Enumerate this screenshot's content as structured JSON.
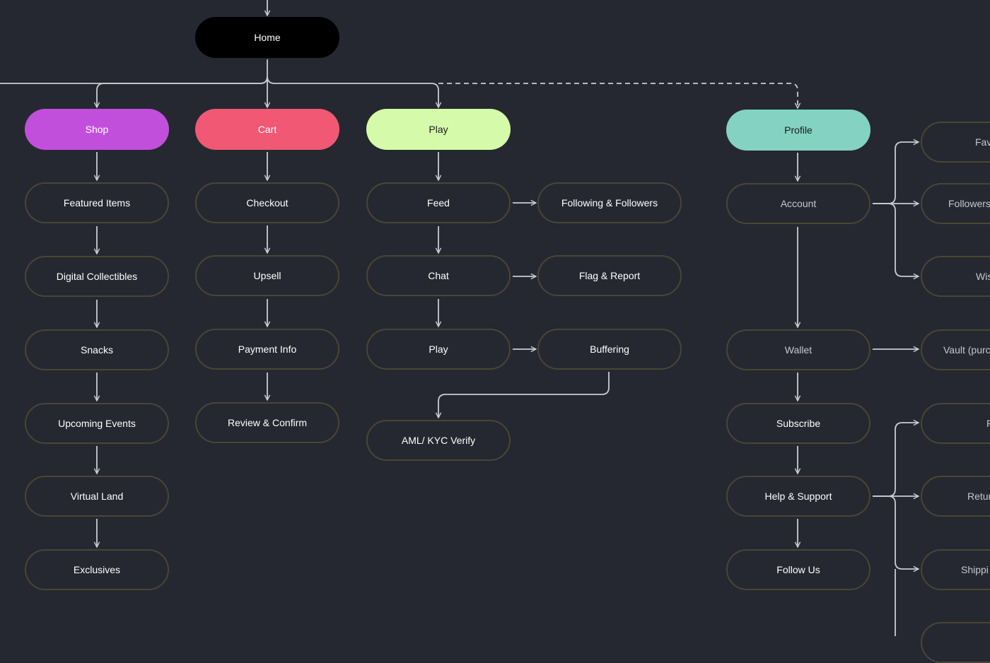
{
  "colors": {
    "background": "#252830",
    "node_border": "#4a4536",
    "edge": "#c9ccd3",
    "home": "#000000",
    "shop": "#c24fdc",
    "cart": "#f05873",
    "play": "#d5fbaa",
    "profile": "#84d2c2"
  },
  "nodes": {
    "home": "Home",
    "shop": "Shop",
    "cart": "Cart",
    "play": "Play",
    "profile": "Profile",
    "featured_items": "Featured Items",
    "digital_collectibles": "Digital Collectibles",
    "snacks": "Snacks",
    "upcoming_events": "Upcoming Events",
    "virtual_land": "Virtual Land",
    "exclusives": "Exclusives",
    "checkout": "Checkout",
    "upsell": "Upsell",
    "payment_info": "Payment Info",
    "review_confirm": "Review & Confirm",
    "feed": "Feed",
    "chat": "Chat",
    "play_sub": "Play",
    "aml_kyc": "AML/ KYC Verify",
    "following_followers": "Following & Followers",
    "flag_report": "Flag & Report",
    "buffering": "Buffering",
    "account": "Account",
    "wallet": "Wallet",
    "subscribe": "Subscribe",
    "help_support": "Help & Support",
    "follow_us": "Follow Us",
    "fav_clipped": "Fav",
    "followers_clipped": "Followers",
    "wis_clipped": "Wis",
    "vault_clipped": "Vault (purc",
    "f_clipped": "F",
    "retur_clipped": "Retur",
    "shippi_clipped": "Shippi"
  }
}
